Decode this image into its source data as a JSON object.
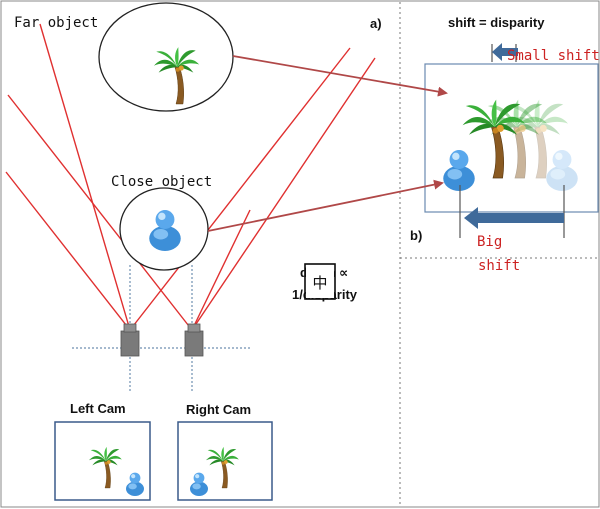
{
  "labels": {
    "far_object": "Far object",
    "close_object": "Close object",
    "panel_a": "a)",
    "panel_b": "b)",
    "shift_eq": "shift = disparity",
    "small_shift": "Small shift",
    "big_shift_1": "Big",
    "big_shift_2": "shift",
    "depth_1": "depth ∝",
    "depth_2": "1/disparity",
    "left_cam": "Left Cam",
    "right_cam": "Right Cam",
    "glyph": "中"
  },
  "colors": {
    "ray": "#e03030",
    "arrow": "#b04848",
    "shift_arrow": "#3f6a9a",
    "panel_text": "#cc2222",
    "border": "#3a5a8a",
    "divider": "#777777",
    "camera": "#7a7a7a"
  },
  "icons": {
    "tree": "palm-tree-icon",
    "person": "person-icon",
    "camera": "camera-icon"
  }
}
